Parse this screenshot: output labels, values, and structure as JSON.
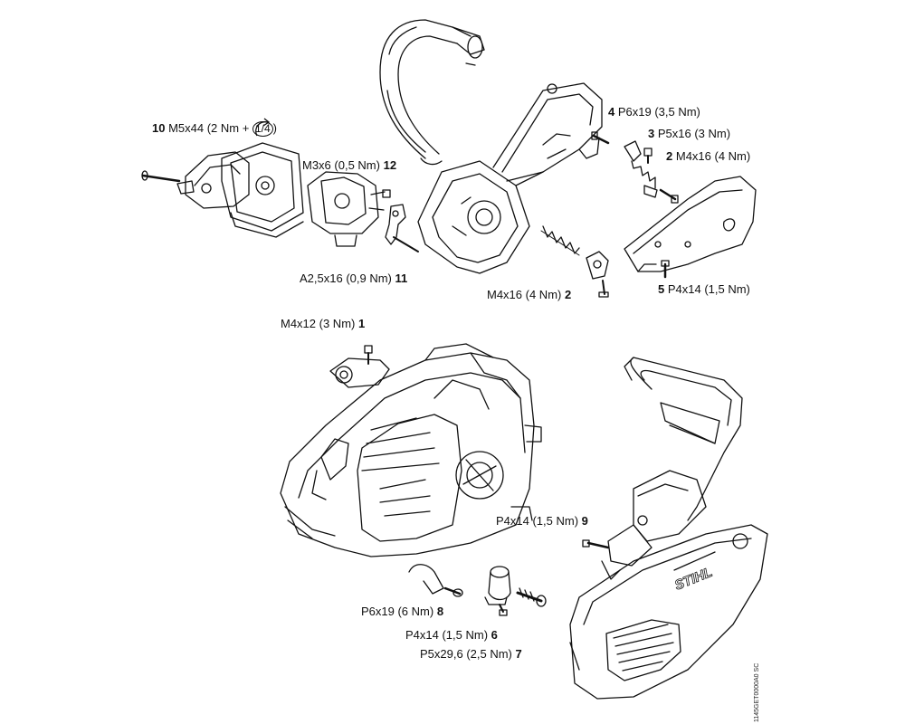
{
  "callouts": {
    "c10": {
      "num": "10",
      "spec": "M5x44 (2 Nm + ",
      "extra": "1/4",
      "tail": ")"
    },
    "c12": {
      "num": "12",
      "spec": "M3x6 (0,5 Nm)"
    },
    "c11": {
      "num": "11",
      "spec": "A2,5x16 (0,9 Nm)"
    },
    "c4": {
      "num": "4",
      "spec": "P6x19 (3,5 Nm)"
    },
    "c3": {
      "num": "3",
      "spec": "P5x16 (3 Nm)"
    },
    "c2a": {
      "num": "2",
      "spec": "M4x16 (4 Nm)"
    },
    "c2b": {
      "num": "2",
      "spec": "M4x16 (4 Nm)"
    },
    "c5": {
      "num": "5",
      "spec": "P4x14 (1,5 Nm)"
    },
    "c1": {
      "num": "1",
      "spec": "M4x12 (3 Nm)"
    },
    "c9": {
      "num": "9",
      "spec": "P4x14 (1,5 Nm)"
    },
    "c8": {
      "num": "8",
      "spec": "P6x19 (6 Nm)"
    },
    "c6": {
      "num": "6",
      "spec": "P4x14 (1,5 Nm)"
    },
    "c7": {
      "num": "7",
      "spec": "P5x29,6 (2,5 Nm)"
    }
  },
  "drawing_code": "1145GET0000A0 SC",
  "brand_mark": "STIHL",
  "colors": {
    "line": "#111111",
    "background": "#ffffff"
  }
}
